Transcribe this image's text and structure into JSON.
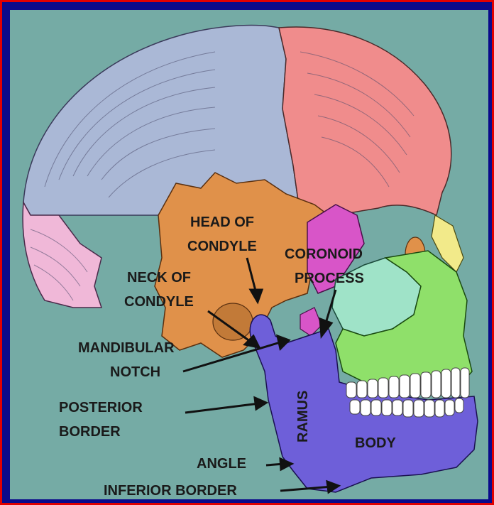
{
  "labels": {
    "head_of_condyle": [
      "HEAD OF",
      "CONDYLE"
    ],
    "coronoid_process": [
      "CORONOID",
      "PROCESS"
    ],
    "neck_of_condyle": [
      "NECK OF",
      "CONDYLE"
    ],
    "mandibular_notch": [
      "MANDIBULAR",
      "NOTCH"
    ],
    "posterior_border": [
      "POSTERIOR",
      "BORDER"
    ],
    "ramus": "RAMUS",
    "body": "BODY",
    "angle": "ANGLE",
    "inferior_border": "INFERIOR BORDER"
  },
  "colors": {
    "background": "#75aba5",
    "frame_outer": "#e00000",
    "frame_inner": "#0a0a8a",
    "parietal": "#aab8d6",
    "frontal": "#f08c8c",
    "occipital": "#f0b8d8",
    "temporal": "#e0914a",
    "sphenoid": "#d855c8",
    "zygomatic": "#9fe3c8",
    "maxilla": "#8fe06a",
    "nasal": "#f2ea8a",
    "mandible": "#6e5fd9",
    "teeth": "#ffffff"
  }
}
